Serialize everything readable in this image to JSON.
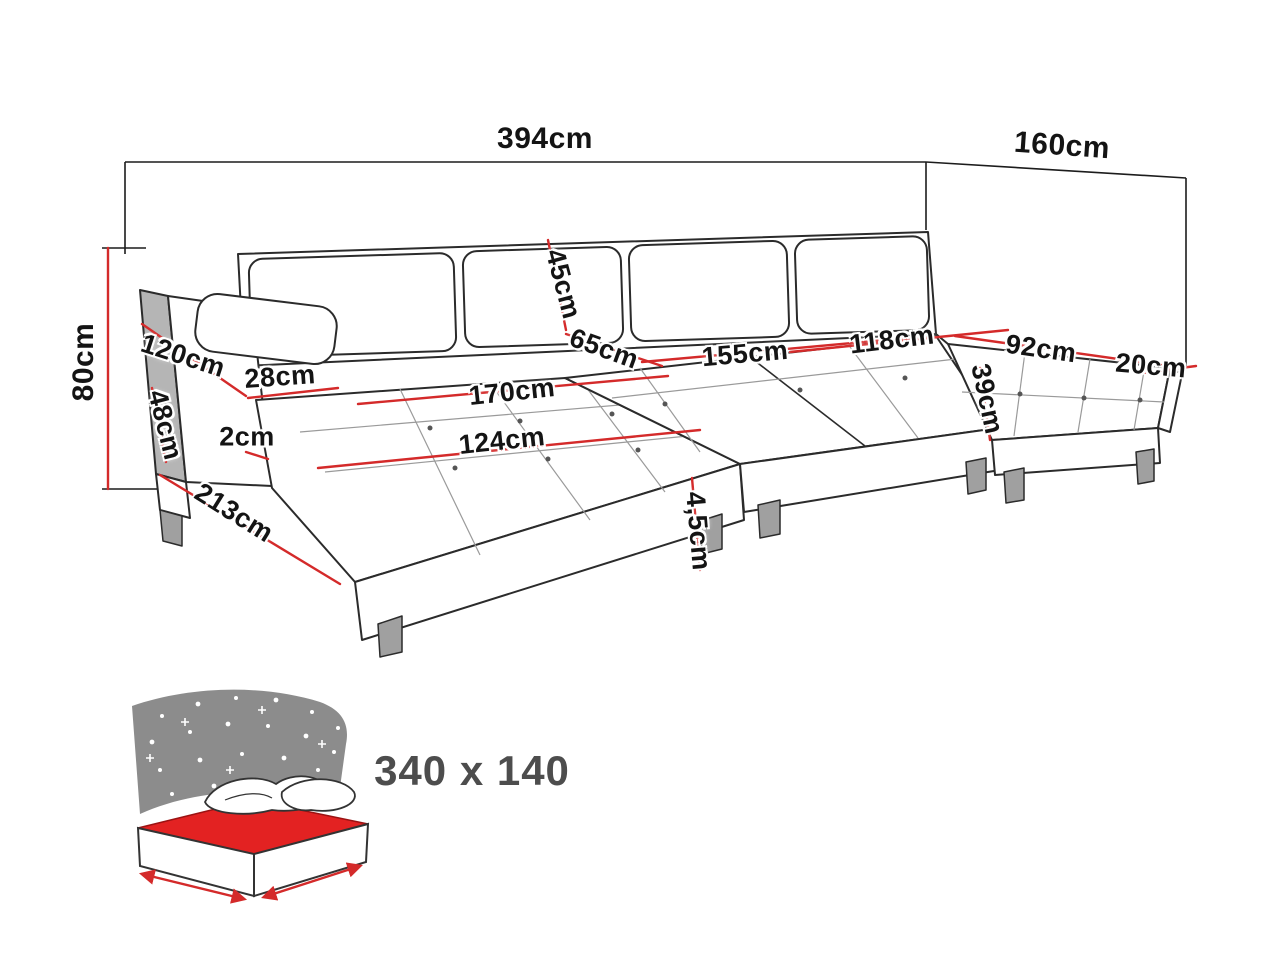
{
  "colors": {
    "dimension_red": "#d42a2a",
    "outline_black": "#2b2b2b",
    "mattress_red": "#e32222",
    "blanket_gray": "#8c8c8c"
  },
  "dims": [
    {
      "id": "overall-width",
      "label": "394cm"
    },
    {
      "id": "overall-depth-right",
      "label": "160cm"
    },
    {
      "id": "overall-height",
      "label": "80cm"
    },
    {
      "id": "left-chaise-width",
      "label": "120cm"
    },
    {
      "id": "armrest-width",
      "label": "28cm"
    },
    {
      "id": "arm-front-height",
      "label": "48cm"
    },
    {
      "id": "small-gap",
      "label": "2cm"
    },
    {
      "id": "left-chaise-length",
      "label": "213cm"
    },
    {
      "id": "chaise-seat-depth",
      "label": "170cm"
    },
    {
      "id": "chaise-seat-width",
      "label": "124cm"
    },
    {
      "id": "back-cushion-height",
      "label": "45cm"
    },
    {
      "id": "seat-depth",
      "label": "65cm"
    },
    {
      "id": "middle-seat-width",
      "label": "155cm"
    },
    {
      "id": "right-section-length",
      "label": "118cm"
    },
    {
      "id": "right-chaise-width",
      "label": "92cm"
    },
    {
      "id": "right-edge-width",
      "label": "20cm"
    },
    {
      "id": "right-front-height",
      "label": "39cm"
    },
    {
      "id": "leg-height",
      "label": "4,5cm"
    }
  ],
  "sleeping_area": {
    "label": "340 x 140"
  }
}
